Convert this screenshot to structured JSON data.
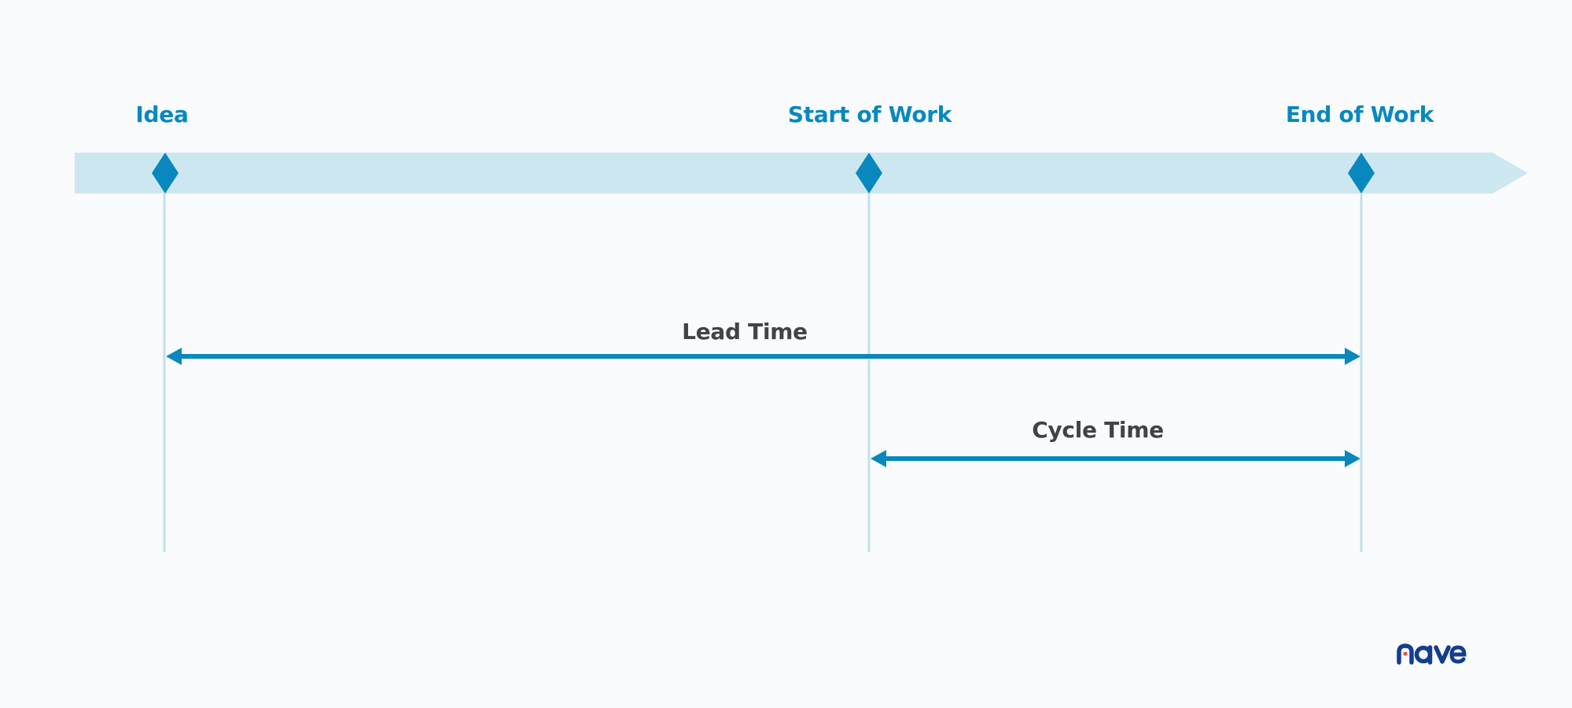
{
  "milestones": [
    {
      "label": "Idea"
    },
    {
      "label": "Start of Work"
    },
    {
      "label": "End of Work"
    }
  ],
  "spans": [
    {
      "label": "Lead Time",
      "from": "Idea",
      "to": "End of Work"
    },
    {
      "label": "Cycle Time",
      "from": "Start of Work",
      "to": "End of Work"
    }
  ],
  "logo": {
    "text": "nave"
  },
  "colors": {
    "background": "#f9fbfd",
    "band": "#cde7f1",
    "accent": "#0888bf",
    "guide": "#c4e1ec",
    "span_text": "#404448",
    "logo": "#143d8c",
    "logo_dot": "#e8534f"
  }
}
